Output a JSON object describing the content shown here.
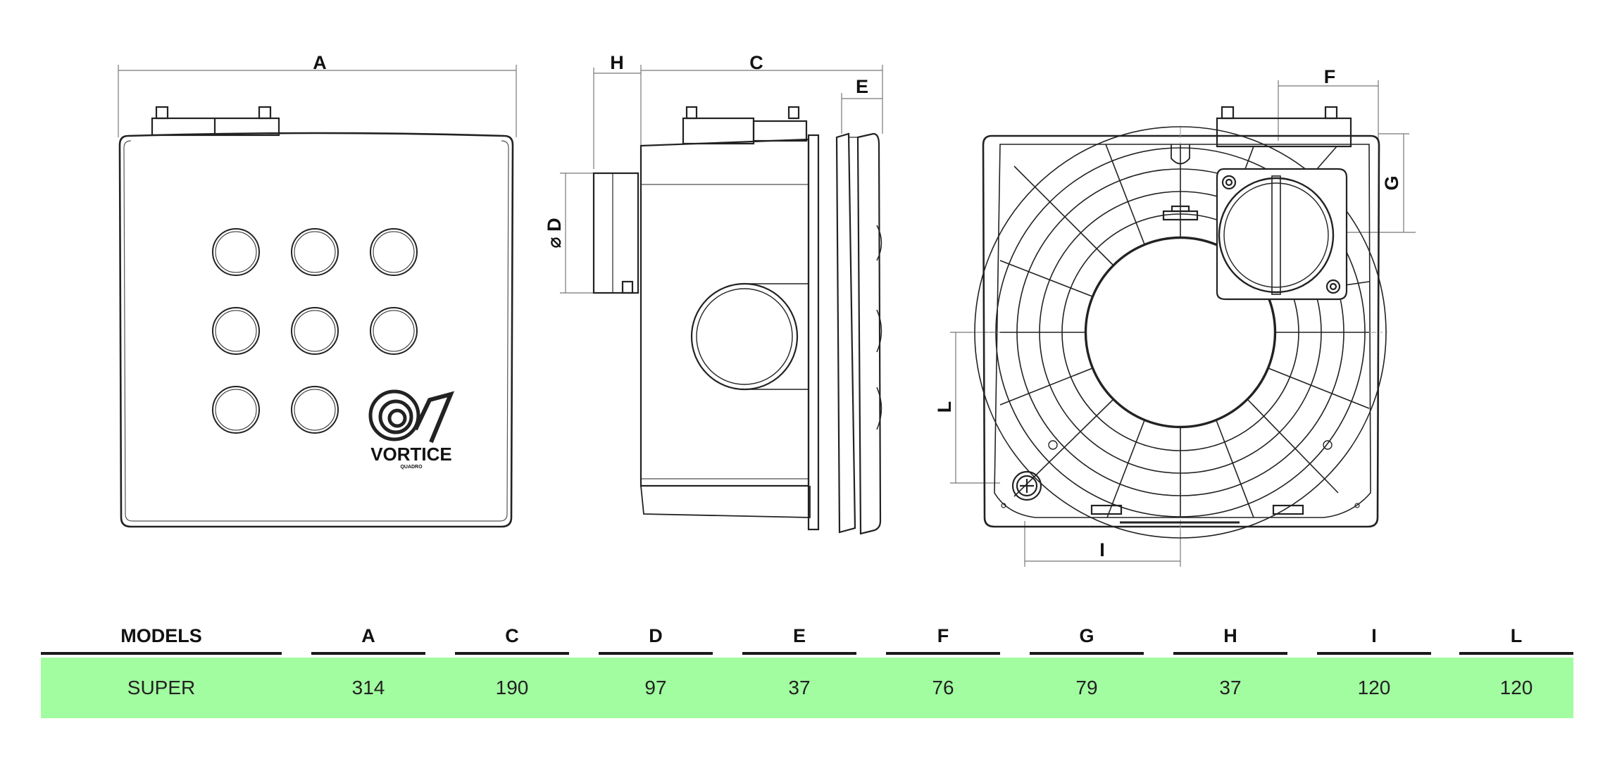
{
  "dimension_labels": {
    "A": "A",
    "H": "H",
    "C": "C",
    "E": "E",
    "D": "⌀ D",
    "F": "F",
    "G": "G",
    "L": "L",
    "I": "I"
  },
  "logo": {
    "brand": "VORTICE",
    "model": "QUADRO"
  },
  "table": {
    "headers": [
      "MODELS",
      "A",
      "C",
      "D",
      "E",
      "F",
      "G",
      "H",
      "I",
      "L"
    ],
    "rows": [
      [
        "SUPER",
        "314",
        "190",
        "97",
        "37",
        "76",
        "79",
        "37",
        "120",
        "120"
      ]
    ]
  },
  "colors": {
    "row_highlight": "#a1fd9f",
    "line": "#1a1a1a"
  }
}
